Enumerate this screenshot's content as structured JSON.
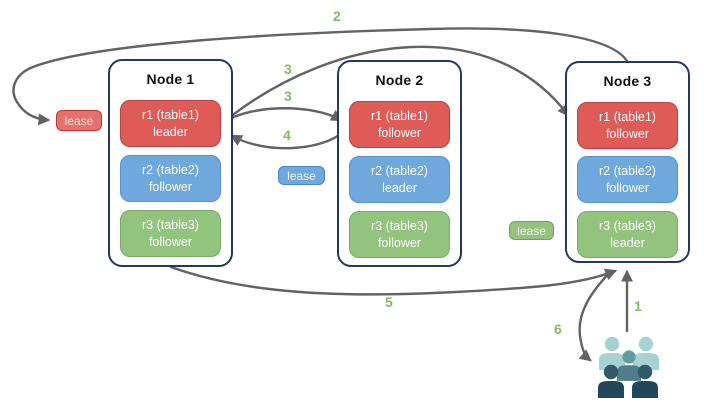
{
  "diagram": {
    "nodes": [
      {
        "title": "Node 1",
        "replicas": [
          {
            "name": "r1 (table1)",
            "role": "leader",
            "color": "red"
          },
          {
            "name": "r2 (table2)",
            "role": "follower",
            "color": "blue"
          },
          {
            "name": "r3 (table3)",
            "role": "follower",
            "color": "green"
          }
        ]
      },
      {
        "title": "Node 2",
        "replicas": [
          {
            "name": "r1 (table1)",
            "role": "follower",
            "color": "red"
          },
          {
            "name": "r2 (table2)",
            "role": "leader",
            "color": "blue"
          },
          {
            "name": "r3 (table3)",
            "role": "follower",
            "color": "green"
          }
        ]
      },
      {
        "title": "Node 3",
        "replicas": [
          {
            "name": "r1 (table1)",
            "role": "follower",
            "color": "red"
          },
          {
            "name": "r2 (table2)",
            "role": "follower",
            "color": "blue"
          },
          {
            "name": "r3 (table3)",
            "role": "leader",
            "color": "green"
          }
        ]
      }
    ],
    "leases": [
      {
        "label": "lease",
        "color": "red"
      },
      {
        "label": "lease",
        "color": "blue"
      },
      {
        "label": "lease",
        "color": "green"
      }
    ],
    "steps": {
      "s1": "1",
      "s2": "2",
      "s3a": "3",
      "s3b": "3",
      "s4": "4",
      "s5": "5",
      "s6": "6"
    },
    "icons": {
      "users": "users-group-icon"
    }
  },
  "colors": {
    "replica_red": "#df5b57",
    "replica_blue": "#6fa8dc",
    "replica_green": "#93c47d",
    "node_border": "#24395e",
    "arrow_gray": "#636363",
    "step_number_green": "#85bb60",
    "users_light_teal": "#a6d3d1",
    "users_medium_teal": "#5f9da0",
    "users_dark_slate": "#2d5065"
  }
}
